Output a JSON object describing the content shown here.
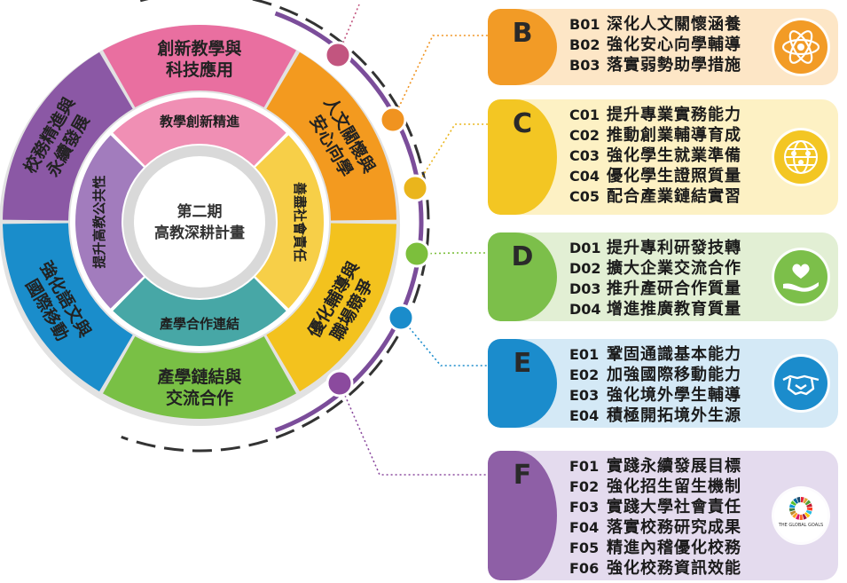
{
  "center": {
    "line1": "第二期",
    "line2": "高教深耕計畫"
  },
  "outer_ring": [
    {
      "line1": "創新教學與",
      "line2": "科技應用",
      "color": "#e96fa0"
    },
    {
      "line1": "人文關懷與",
      "line2": "安心向學",
      "color": "#f39a1f"
    },
    {
      "line1": "優化輔導與",
      "line2": "職場競爭",
      "color": "#f3c21e"
    },
    {
      "line1": "產學鏈結與",
      "line2": "交流合作",
      "color": "#79c045"
    },
    {
      "line1": "強化語文與",
      "line2": "國際移動",
      "color": "#1a8dcb"
    },
    {
      "line1": "校務精進與",
      "line2": "永續發展",
      "color": "#8b58a5"
    }
  ],
  "inner_ring": [
    {
      "label": "教學創新精進",
      "color": "#f08fb4"
    },
    {
      "label": "善盡社會責任",
      "color": "#f7cf48"
    },
    {
      "label": "產學合作連結",
      "color": "#47a7a6"
    },
    {
      "label": "提升高教公共性",
      "color": "#a27cbd"
    }
  ],
  "cards": [
    {
      "letter": "B",
      "accent": "#f29b26",
      "bg": "#fde6c6",
      "icon_name": "atom-icon",
      "items": [
        {
          "code": "B01",
          "text": "深化人文關懷涵養"
        },
        {
          "code": "B02",
          "text": "強化安心向學輔導"
        },
        {
          "code": "B03",
          "text": "落實弱勢助學措施"
        }
      ]
    },
    {
      "letter": "C",
      "accent": "#f3c623",
      "bg": "#fdf1c4",
      "icon_name": "globe-people-icon",
      "items": [
        {
          "code": "C01",
          "text": "提升專業實務能力"
        },
        {
          "code": "C02",
          "text": "推動創業輔導育成"
        },
        {
          "code": "C03",
          "text": "強化學生就業準備"
        },
        {
          "code": "C04",
          "text": "優化學生證照質量"
        },
        {
          "code": "C05",
          "text": "配合產業鏈結實習"
        }
      ]
    },
    {
      "letter": "D",
      "accent": "#7cbf4a",
      "bg": "#e2efd4",
      "icon_name": "hand-heart-icon",
      "items": [
        {
          "code": "D01",
          "text": "提升專利研發技轉"
        },
        {
          "code": "D02",
          "text": "擴大企業交流合作"
        },
        {
          "code": "D03",
          "text": "推升產研合作質量"
        },
        {
          "code": "D04",
          "text": "增進推廣教育質量"
        }
      ]
    },
    {
      "letter": "E",
      "accent": "#1b8ccc",
      "bg": "#d4e9f6",
      "icon_name": "handshake-icon",
      "items": [
        {
          "code": "E01",
          "text": "鞏固通識基本能力"
        },
        {
          "code": "E02",
          "text": "加強國際移動能力"
        },
        {
          "code": "E03",
          "text": "強化境外學生輔導"
        },
        {
          "code": "E04",
          "text": "積極開拓境外生源"
        }
      ]
    },
    {
      "letter": "F",
      "accent": "#8e5fa6",
      "bg": "#e4dbee",
      "icon_name": "global-goals-icon",
      "icon_text": "THE GLOBAL GOALS",
      "items": [
        {
          "code": "F01",
          "text": "實踐永續發展目標"
        },
        {
          "code": "F02",
          "text": "強化招生留生機制"
        },
        {
          "code": "F03",
          "text": "實踐大學社會責任"
        },
        {
          "code": "F04",
          "text": "落實校務研究成果"
        },
        {
          "code": "F05",
          "text": "精進內稽優化校務"
        },
        {
          "code": "F06",
          "text": "強化校務資訊效能"
        }
      ]
    }
  ],
  "connector_dots": [
    "#c2557f",
    "#f09320",
    "#eab51c",
    "#7cbf3c",
    "#1a8ccb",
    "#8b4a9e"
  ]
}
